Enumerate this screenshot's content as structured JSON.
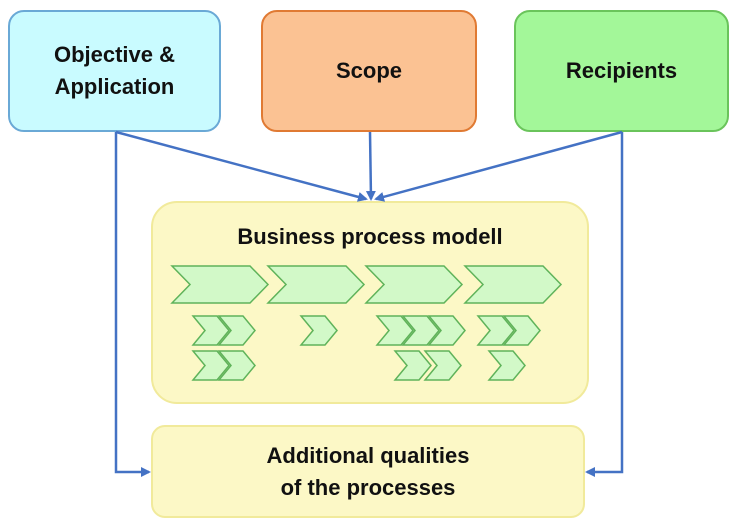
{
  "boxes": {
    "objective": "Objective &\nApplication",
    "scope": "Scope",
    "recipients": "Recipients",
    "business_process_model": "Business process modell",
    "additional_qualities": "Additional qualities\nof the processes"
  },
  "colors": {
    "arrow": "#4472c4",
    "chevron_fill": "#d2f9c8",
    "chevron_stroke": "#5fb35a"
  }
}
